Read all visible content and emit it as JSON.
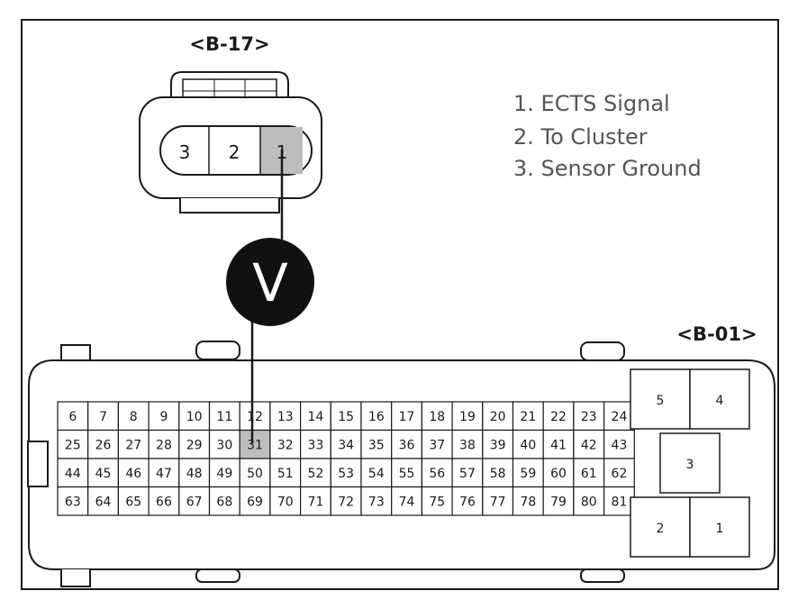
{
  "connector_b17": {
    "label": "<B-17>",
    "pins": [
      "3",
      "2",
      "1"
    ],
    "highlighted_pin": "1"
  },
  "connector_b01": {
    "label": "<B-01>",
    "rows": [
      [
        "6",
        "7",
        "8",
        "9",
        "10",
        "11",
        "12",
        "13",
        "14",
        "15",
        "16",
        "17",
        "18",
        "19",
        "20",
        "21",
        "22",
        "23",
        "24"
      ],
      [
        "25",
        "26",
        "27",
        "28",
        "29",
        "30",
        "31",
        "32",
        "33",
        "34",
        "35",
        "36",
        "37",
        "38",
        "39",
        "40",
        "41",
        "42",
        "43"
      ],
      [
        "44",
        "45",
        "46",
        "47",
        "48",
        "49",
        "50",
        "51",
        "52",
        "53",
        "54",
        "55",
        "56",
        "57",
        "58",
        "59",
        "60",
        "61",
        "62"
      ],
      [
        "63",
        "64",
        "65",
        "66",
        "67",
        "68",
        "69",
        "70",
        "71",
        "72",
        "73",
        "74",
        "75",
        "76",
        "77",
        "78",
        "79",
        "80",
        "81"
      ]
    ],
    "highlighted_pin": "31",
    "large_pins": [
      "5",
      "4",
      "3",
      "2",
      "1"
    ]
  },
  "legend": [
    "1. ECTS Signal",
    "2. To Cluster",
    "3. Sensor Ground"
  ],
  "meter": {
    "symbol": "V"
  },
  "colors": {
    "line": "#1a1a1a",
    "highlight": "#bdbdbd",
    "legend_text": "#555555"
  }
}
